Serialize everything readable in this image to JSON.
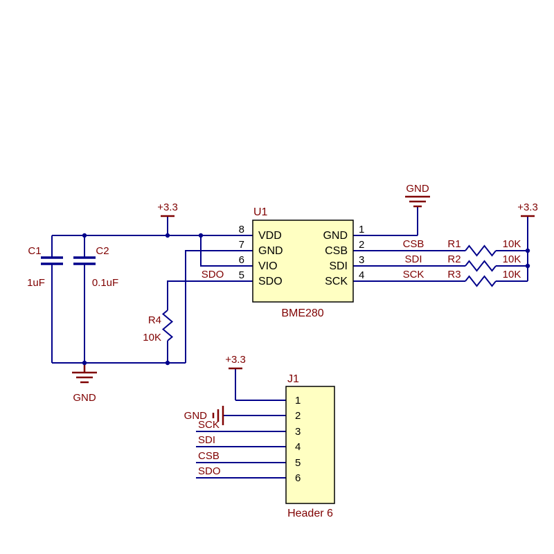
{
  "colors": {
    "wire": "#00008B",
    "label": "#7F0000",
    "pin_text": "#000000",
    "component_fill": "#FFFFC2",
    "component_border": "#000000",
    "background": "#FFFFFF"
  },
  "chip": {
    "ref": "U1",
    "part": "BME280",
    "left_pins": [
      {
        "num": "8",
        "name": "VDD"
      },
      {
        "num": "7",
        "name": "GND"
      },
      {
        "num": "6",
        "name": "VIO"
      },
      {
        "num": "5",
        "name": "SDO"
      }
    ],
    "right_pins": [
      {
        "num": "1",
        "name": "GND"
      },
      {
        "num": "2",
        "name": "CSB"
      },
      {
        "num": "3",
        "name": "SDI"
      },
      {
        "num": "4",
        "name": "SCK"
      }
    ]
  },
  "capacitors": [
    {
      "ref": "C1",
      "value": "1uF"
    },
    {
      "ref": "C2",
      "value": "0.1uF"
    }
  ],
  "resistors": [
    {
      "ref": "R1",
      "value": "10K"
    },
    {
      "ref": "R2",
      "value": "10K"
    },
    {
      "ref": "R3",
      "value": "10K"
    },
    {
      "ref": "R4",
      "value": "10K"
    }
  ],
  "header": {
    "ref": "J1",
    "part": "Header 6",
    "pin_numbers": [
      "1",
      "2",
      "3",
      "4",
      "5",
      "6"
    ]
  },
  "power": {
    "v33": "+3.3",
    "gnd": "GND"
  },
  "nets": {
    "sdo": "SDO",
    "csb": "CSB",
    "sdi": "SDI",
    "sck": "SCK"
  }
}
